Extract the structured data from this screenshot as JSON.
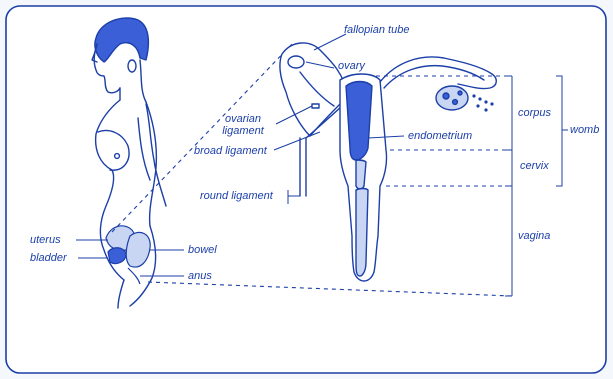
{
  "colors": {
    "ink": "#1c3fa8",
    "fill_dark": "#3b5fd6",
    "fill_light": "#c9d6f3",
    "paper": "#ffffff",
    "background": "#f4f7fb"
  },
  "labels": {
    "fallopian_tube": "fallopian tube",
    "ovary": "ovary",
    "ovarian_ligament": "ovarian ligament",
    "broad_ligament": "broad ligament",
    "round_ligament": "round ligament",
    "endometrium": "endometrium",
    "corpus": "corpus",
    "womb": "womb",
    "cervix": "cervix",
    "vagina": "vagina",
    "uterus": "uterus",
    "bladder": "bladder",
    "bowel": "bowel",
    "anus": "anus"
  }
}
